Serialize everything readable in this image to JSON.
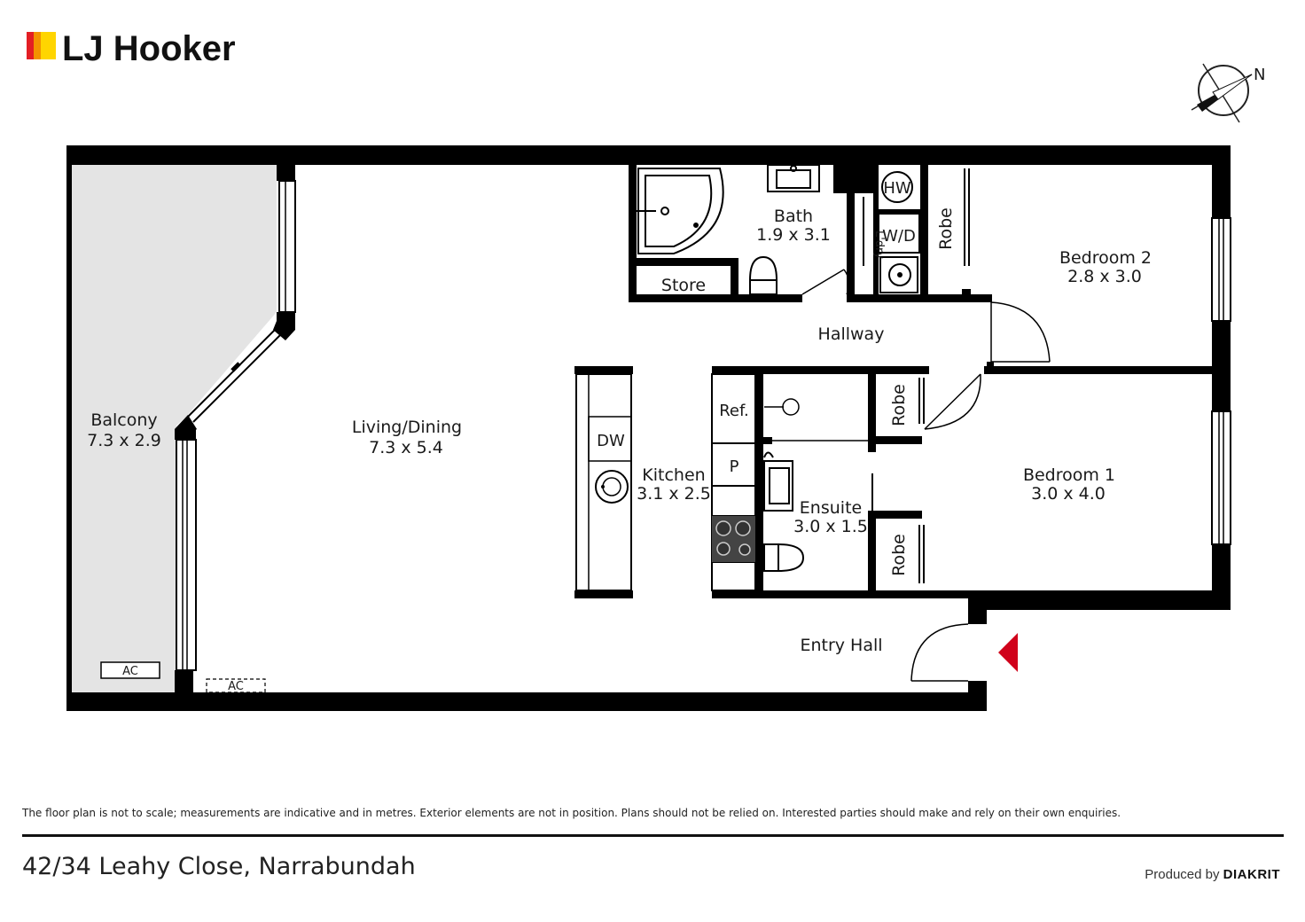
{
  "brand": {
    "name": "LJ Hooker",
    "colors": [
      "#e31e24",
      "#f39200",
      "#ffd500"
    ]
  },
  "compass": {
    "label": "N"
  },
  "rooms": {
    "balcony": {
      "name": "Balcony",
      "size": "7.3 x 2.9"
    },
    "living": {
      "name": "Living/Dining",
      "size": "7.3 x 5.4"
    },
    "bath": {
      "name": "Bath",
      "size": "1.9 x 3.1"
    },
    "store": {
      "name": "Store"
    },
    "hallway": {
      "name": "Hallway"
    },
    "bedroom2": {
      "name": "Bedroom 2",
      "size": "2.8 x 3.0"
    },
    "kitchen": {
      "name": "Kitchen",
      "size": "3.1 x 2.5"
    },
    "ensuite": {
      "name": "Ensuite",
      "size": "3.0 x 1.5"
    },
    "bedroom1": {
      "name": "Bedroom 1",
      "size": "3.0 x 4.0"
    },
    "entry": {
      "name": "Entry Hall"
    }
  },
  "fixtures": {
    "hw": "HW",
    "wd": "W/D",
    "ldry": "L'dry",
    "robe": "Robe",
    "dw": "DW",
    "ref": "Ref.",
    "pantry": "P",
    "ac": "AC"
  },
  "colors": {
    "wall": "#000000",
    "balcony_fill": "#e4e4e4",
    "entry_marker": "#d0021b"
  },
  "footer": {
    "disclaimer": "The floor plan is not to scale; measurements are indicative and in metres. Exterior elements are not in position. Plans should not be relied on. Interested parties should make and rely on their own enquiries.",
    "address": "42/34 Leahy Close, Narrabundah",
    "produced_by": "Produced by",
    "producer": "DIAKRIT"
  }
}
